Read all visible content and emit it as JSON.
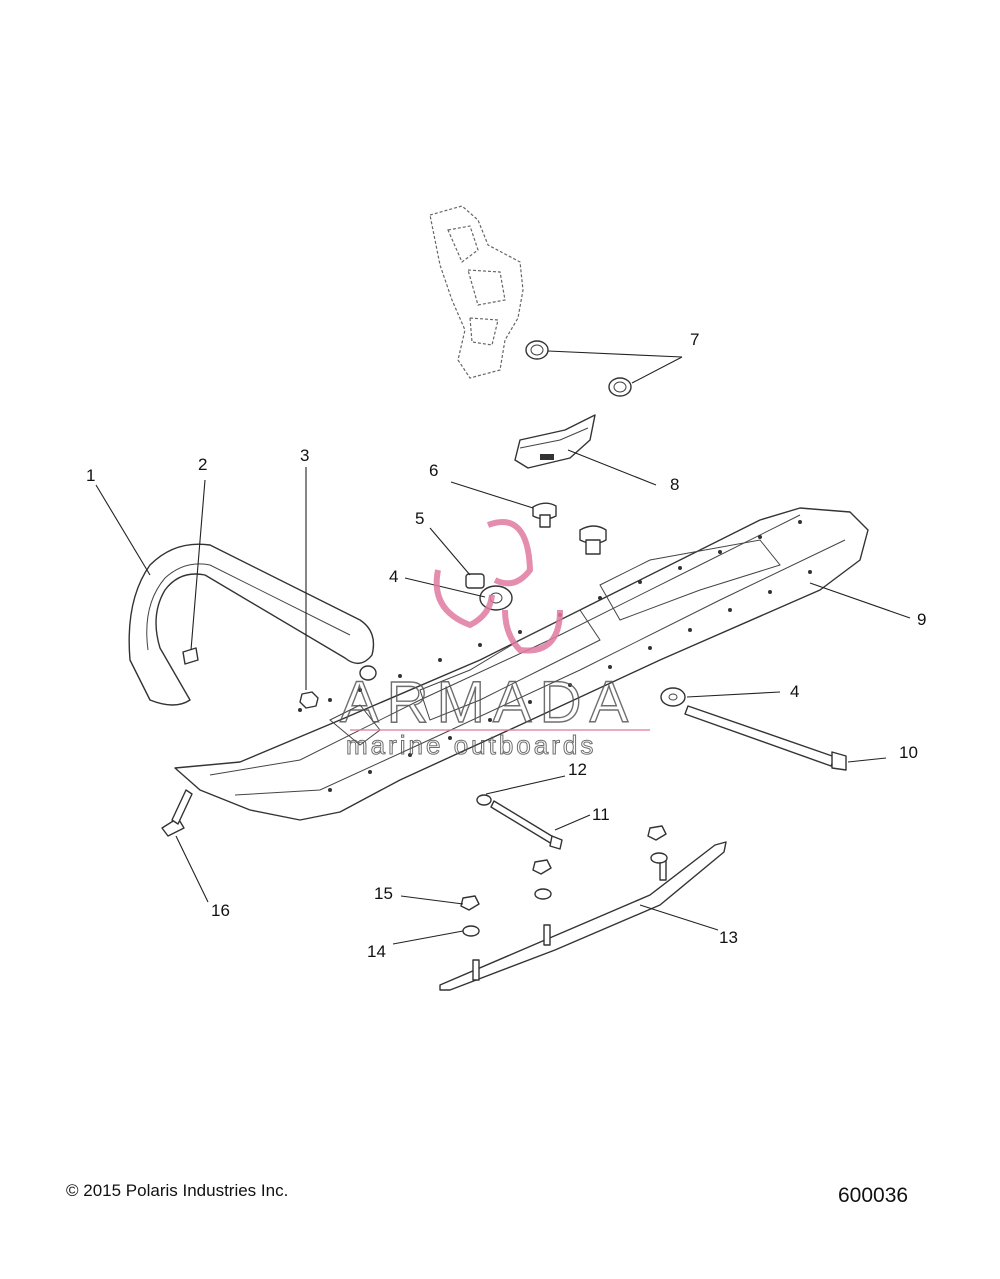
{
  "callouts": [
    "1",
    "2",
    "3",
    "4",
    "5",
    "6",
    "7",
    "8",
    "9",
    "4",
    "10",
    "12",
    "11",
    "15",
    "16",
    "13",
    "14"
  ],
  "footer": {
    "copyright": "© 2015 Polaris Industries Inc.",
    "drawing_number": "600036"
  },
  "watermark": {
    "brand": "ARMADA",
    "tagline": "marine outboards",
    "color": "#e07aa0"
  }
}
